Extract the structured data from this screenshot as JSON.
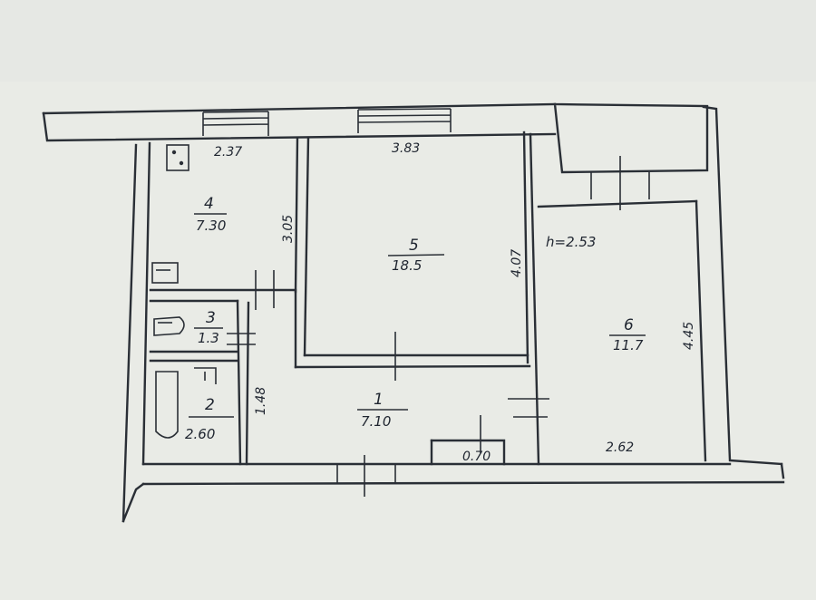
{
  "rooms": [
    {
      "number": "4",
      "area": "7.30"
    },
    {
      "number": "5",
      "area": "18.5"
    },
    {
      "number": "3",
      "area": "1.3"
    },
    {
      "number": "2",
      "area": "2.60"
    },
    {
      "number": "1",
      "area": "7.10"
    },
    {
      "number": "6",
      "area": "11.7"
    }
  ],
  "closet_area": "0.70",
  "dimensions": {
    "kitchen_width": "2.37",
    "room5_width": "3.83",
    "kitchen_depth": "3.05",
    "room5_depth": "4.07",
    "bath_depth": "1.48",
    "room6_length": "4.45",
    "room6_width": "2.62"
  },
  "ceiling_height": "h=2.53",
  "colors": {
    "paper": "#e9ebe6",
    "ink": "#2a2f36"
  }
}
